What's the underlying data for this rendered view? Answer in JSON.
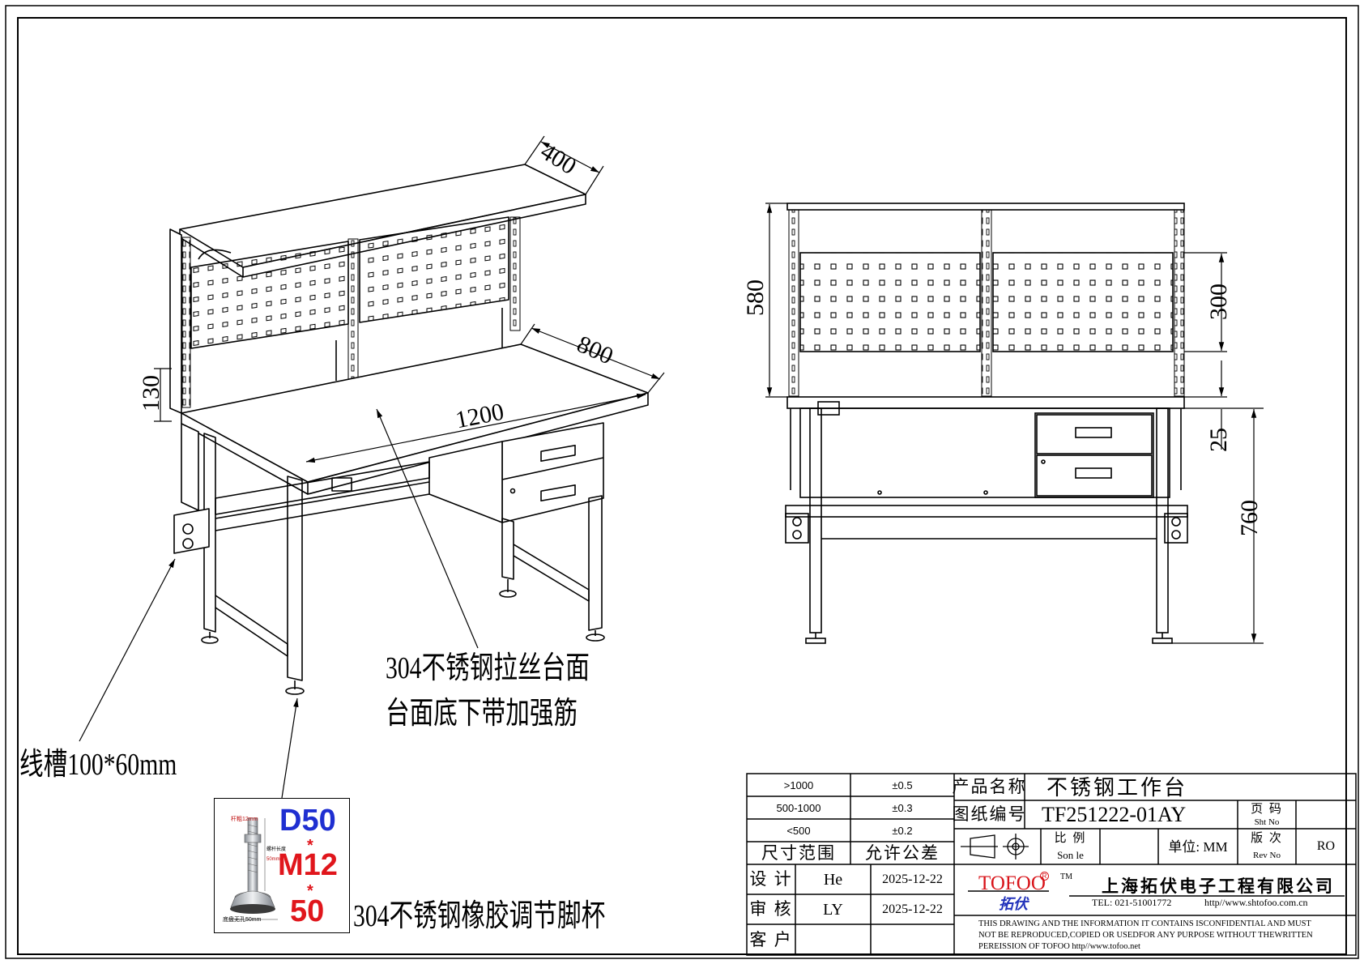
{
  "drawing": {
    "annotations": {
      "surface_line1": "304不锈钢拉丝台面",
      "surface_line2": "台面底下带加强筋",
      "trough": "线槽100*60mm",
      "foot_cup": "304不锈钢橡胶调节脚杯"
    },
    "foot_badge": {
      "diameter": "D50",
      "thread": "M12",
      "length": "50",
      "separator": "*",
      "rod_label": "杆粗12mm",
      "screw_label": "螺杆长度",
      "screw_value": "50mm",
      "base_label": "底盘无孔50mm",
      "colors": {
        "blue": "#1f2fd1",
        "red": "#e0161c"
      }
    },
    "dimensions": {
      "iso_depth_shelf": "400",
      "iso_depth_table": "800",
      "iso_width": "1200",
      "iso_gap": "130",
      "front_top": "580",
      "front_panel": "300",
      "front_gap": "25",
      "front_height": "760"
    }
  },
  "title_block": {
    "tolerance": {
      "rows": [
        {
          "range": ">1000",
          "tol": "±0.5"
        },
        {
          "range": "500-1000",
          "tol": "±0.3"
        },
        {
          "range": "<500",
          "tol": "±0.2"
        }
      ],
      "range_header": "尺寸范围",
      "tol_header": "允许公差"
    },
    "approvals": [
      {
        "role": "设 计",
        "name": "He",
        "date": "2025-12-22"
      },
      {
        "role": "审 核",
        "name": "LY",
        "date": "2025-12-22"
      },
      {
        "role": "客 户",
        "name": "",
        "date": ""
      }
    ],
    "product_label": "产品名称",
    "product_name": "不锈钢工作台",
    "drawing_no_label": "图纸编号",
    "drawing_no": "TF251222-01AY",
    "sheet_label_cn": "页 码",
    "sheet_label_en": "Sht No",
    "scale_label_cn": "比 例",
    "scale_label_en": "Son le",
    "unit_label": "单位: MM",
    "rev_label_cn": "版 次",
    "rev_label_en": "Rev No",
    "rev_value": "RO",
    "brand": "TOFOO",
    "brand_cn": "拓伏",
    "registered": "R",
    "trademark": "TM",
    "company": "上海拓伏电子工程有限公司",
    "tel": "TEL: 021-51001772",
    "website": "http//www.shtofoo.com.cn",
    "disclaimer": [
      "THIS DRAWING AND THE INFORMATION IT CONTAINS ISCONFIDENTIAL AND MUST",
      "NOT BE REPRODUCED,COPIED OR USEDFOR ANY PURPOSE WITHOUT THEWRITTEN",
      "PEREISSION OF TOFOO  http//www.tofoo.net"
    ],
    "colors": {
      "brand_red": "#d8141a",
      "brand_blue": "#2233bb"
    }
  }
}
